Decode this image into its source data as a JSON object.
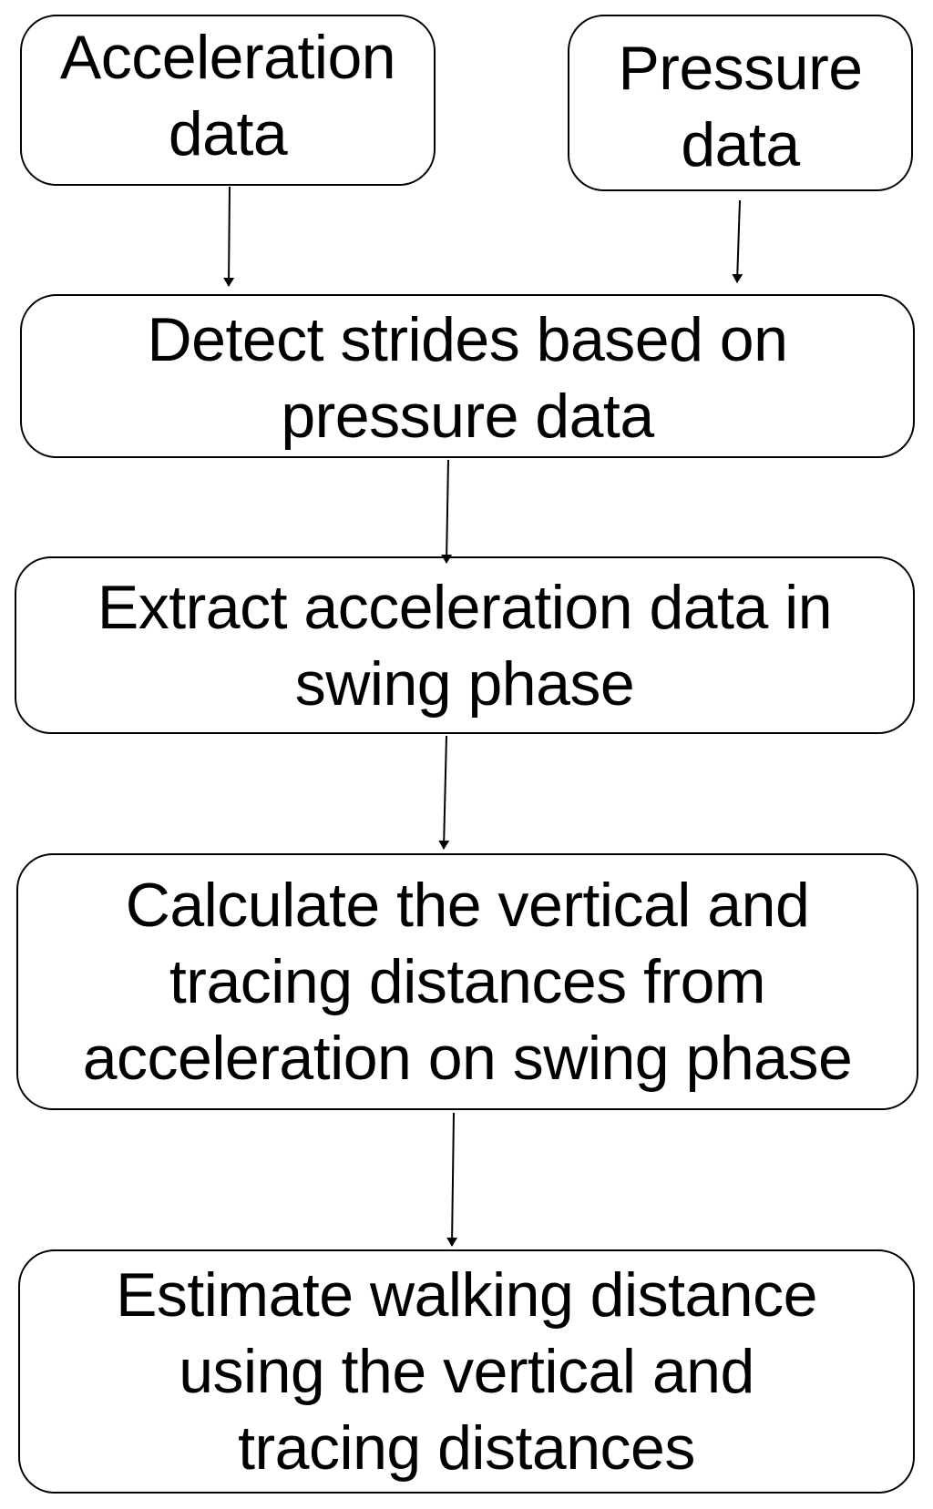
{
  "nodes": {
    "acceleration": {
      "lines": [
        "Acceleration",
        "data"
      ]
    },
    "pressure": {
      "lines": [
        "Pressure",
        "data"
      ]
    },
    "detect": {
      "lines": [
        "Detect strides based on",
        "pressure data"
      ]
    },
    "extract": {
      "lines": [
        "Extract acceleration data in",
        "swing phase"
      ]
    },
    "calculate": {
      "lines": [
        "Calculate the vertical and",
        "tracing distances from",
        "acceleration on swing phase"
      ]
    },
    "estimate": {
      "lines": [
        "Estimate walking distance",
        "using the vertical and",
        "tracing distances"
      ]
    }
  },
  "edges": [
    {
      "from": "acceleration",
      "to": "detect"
    },
    {
      "from": "pressure",
      "to": "detect"
    },
    {
      "from": "detect",
      "to": "extract"
    },
    {
      "from": "extract",
      "to": "calculate"
    },
    {
      "from": "calculate",
      "to": "estimate"
    }
  ]
}
